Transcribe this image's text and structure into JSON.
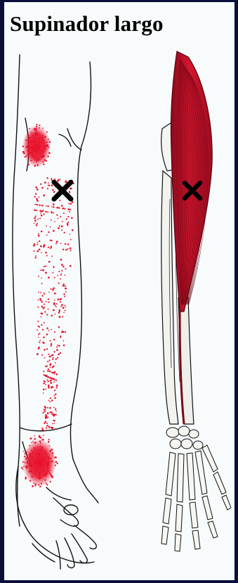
{
  "title": "Supinador largo",
  "colors": {
    "background": "#f7fbfc",
    "frame": "#0a0f3a",
    "pain_dots": "#e8102a",
    "muscle": "#c8102e",
    "muscle_fibers": "#7a0614",
    "outline": "#111111",
    "trigger_point_marker": "#000000"
  },
  "panels": {
    "left": "arm-referred-pain-map",
    "right": "forearm-muscle-anatomy"
  },
  "icons": {
    "trigger_point": "x-mark-icon"
  }
}
